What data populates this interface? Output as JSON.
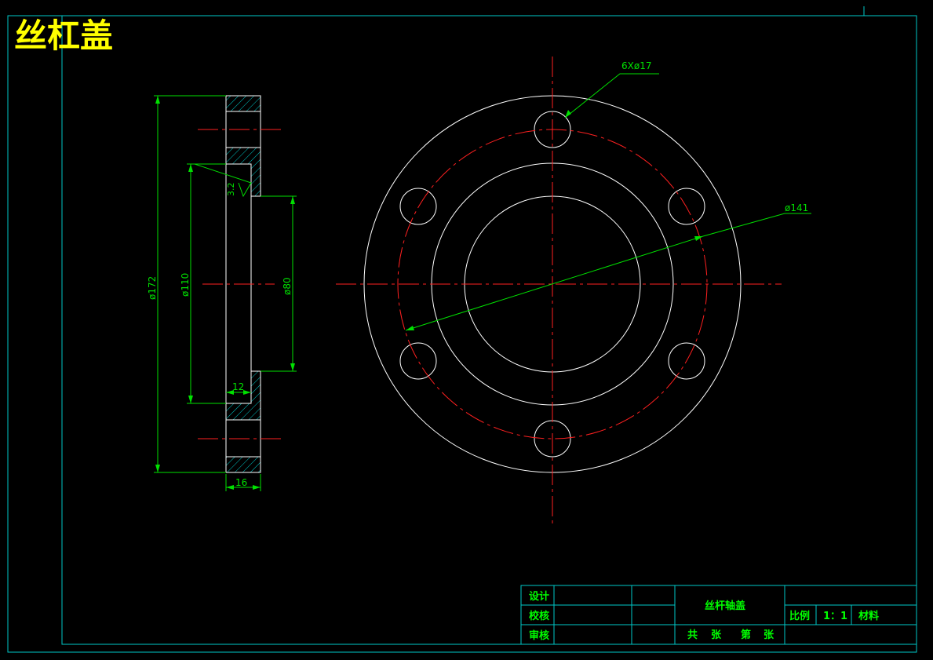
{
  "drawing": {
    "title": "丝杠盖",
    "colors": {
      "background": "#000000",
      "frame": "#00c8c8",
      "outline": "#ffffff",
      "centerline": "#ff2020",
      "dimension": "#00e000",
      "title": "#ffff00",
      "hatch": "#00c8c8",
      "block_text": "#00ff00"
    }
  },
  "side_view": {
    "dims": {
      "outer_diameter": "ø172",
      "pilot_diameter": "ø110",
      "bore_diameter": "ø80",
      "pilot_width": "12",
      "total_width": "16",
      "roughness": "3.2"
    }
  },
  "front_view": {
    "hole_callout": "6Xø17",
    "bolt_circle": "ø141"
  },
  "title_block": {
    "row_labels": [
      "设计",
      "校核",
      "审核"
    ],
    "part_name": "丝杆轴盖",
    "sheet_info": {
      "total": "共",
      "zhang1": "张",
      "sheet": "第",
      "zhang2": "张"
    },
    "scale_label": "比例",
    "scale_value": "1：1",
    "material_label": "材料"
  }
}
